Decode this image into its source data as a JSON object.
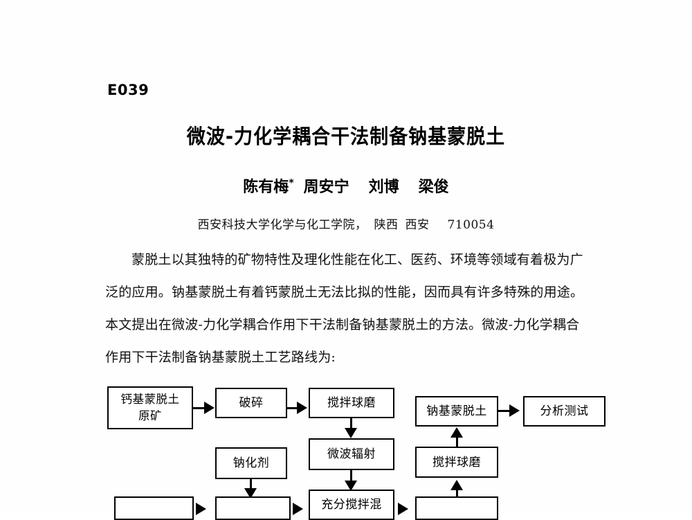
{
  "document": {
    "paper_code": "E039",
    "title": "微波-力化学耦合干法制备钠基蒙脱土",
    "authors": {
      "first": "陈有梅",
      "corresponding_mark": "*",
      "second": "周安宁",
      "third": "刘博",
      "fourth": "梁俊"
    },
    "affiliation": {
      "institution": "西安科技大学化学与化工学院，",
      "province": "陕西",
      "city": "西安",
      "postal_code": "710054"
    },
    "abstract_lines": [
      "蒙脱土以其独特的矿物特性及理化性能在化工、医药、环境等领域有着极为广",
      "泛的应用。钠基蒙脱土有着钙蒙脱土无法比拟的性能，因而具有许多特殊的用途。",
      "本文提出在微波-力化学耦合作用下干法制备钠基蒙脱土的方法。微波-力化学耦合",
      "作用下干法制备钠基蒙脱土工艺路线为:"
    ]
  },
  "flowchart": {
    "nodes": {
      "raw_ore": "钙基蒙脱土\n原矿",
      "raw_ore_line1": "钙基蒙脱土",
      "raw_ore_line2": "原矿",
      "crushing": "破碎",
      "stirring_ball_mill_top": "搅拌球磨",
      "microwave_irradiation": "微波辐射",
      "sodium_agent": "钠化剂",
      "full_stirring_mix": "充分搅拌混",
      "stirring_ball_mill_right": "搅拌球磨",
      "sodium_montmorillonite": "钠基蒙脱土",
      "analysis_test": "分析测试"
    }
  }
}
